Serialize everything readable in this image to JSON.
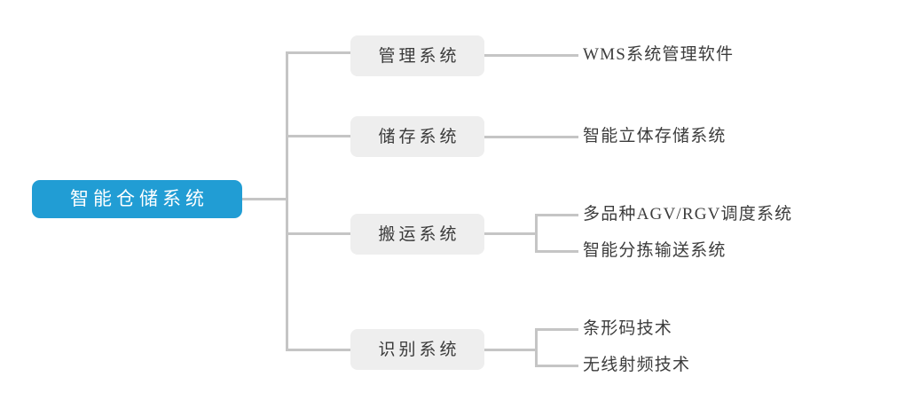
{
  "diagram": {
    "type": "tree",
    "orientation": "left-to-right",
    "colors": {
      "root_fill": "#219dd4",
      "root_text": "#ffffff",
      "branch_fill": "#eeeeee",
      "branch_text": "#3a3a3a",
      "leaf_text": "#3c3c3c",
      "connector": "#c5c5c5",
      "background": "#ffffff"
    },
    "root": {
      "label": "智能仓储系统"
    },
    "branches": [
      {
        "label": "管理系统",
        "leaves": [
          {
            "label": "WMS系统管理软件"
          }
        ]
      },
      {
        "label": "储存系统",
        "leaves": [
          {
            "label": "智能立体存储系统"
          }
        ]
      },
      {
        "label": "搬运系统",
        "leaves": [
          {
            "label": "多品种AGV/RGV调度系统"
          },
          {
            "label": "智能分拣输送系统"
          }
        ]
      },
      {
        "label": "识别系统",
        "leaves": [
          {
            "label": "条形码技术"
          },
          {
            "label": "无线射频技术"
          }
        ]
      }
    ]
  }
}
